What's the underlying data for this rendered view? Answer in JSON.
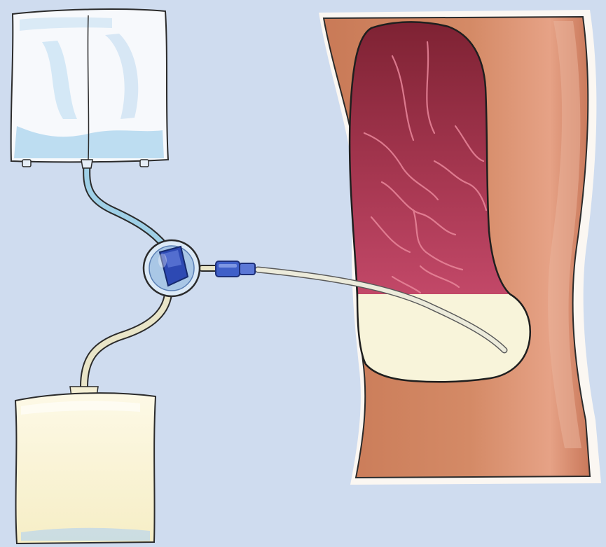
{
  "colors": {
    "background": "#cfdcef",
    "fresh_bag_fill": "#f7f9fc",
    "fresh_bag_tint": "#a9d3ee",
    "drain_bag_fill": "#fbf4d7",
    "body_wall": "#cf8563",
    "body_wall_light": "#e8a58a",
    "cavity_top": "#7e2233",
    "cavity_bottom": "#c24868",
    "cavity_fluid": "#f8f4da",
    "vessel_lines": "#e9879b",
    "catheter": "#ecebdb",
    "tube_in": "#9fd0e7",
    "tube_out": "#e9e5c8",
    "valve_ring": "#dceaf7",
    "valve_body": "#2d49b3",
    "connector": "#3f5fc8",
    "outline": "#2b2b2b"
  },
  "parts": {
    "fresh_bag": "fresh-dialysate-bag",
    "drain_bag": "drain-bag",
    "valve": "y-connector-valve",
    "catheter": "catheter",
    "abdomen": "abdominal-cavity"
  }
}
